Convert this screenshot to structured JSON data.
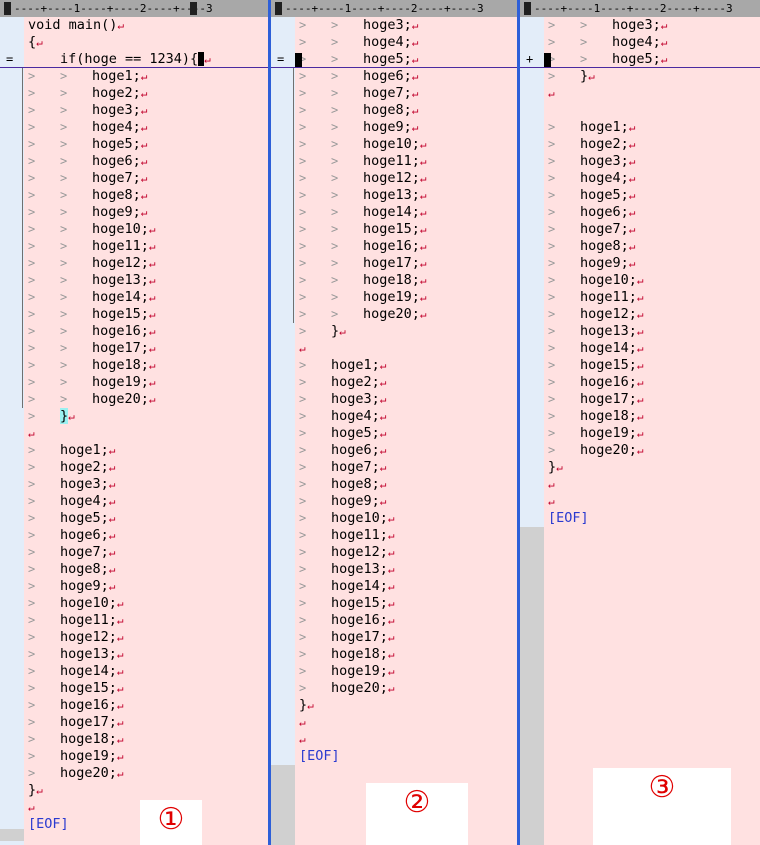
{
  "ruler": {
    "text": "----+----1----+----2----+----3"
  },
  "glyphs": {
    "return": "↵",
    "guide": ">"
  },
  "markers": {
    "fold_open": "=",
    "fold_plus": "+"
  },
  "eof": "[EOF]",
  "labels": [
    "①",
    "②",
    "③"
  ],
  "code": {
    "header": [
      "void main()",
      "{",
      "if(hoge == 1234){"
    ],
    "close_brace": "}",
    "items": [
      "hoge1;",
      "hoge2;",
      "hoge3;",
      "hoge4;",
      "hoge5;",
      "hoge6;",
      "hoge7;",
      "hoge8;",
      "hoge9;",
      "hoge10;",
      "hoge11;",
      "hoge12;",
      "hoge13;",
      "hoge14;",
      "hoge15;",
      "hoge16;",
      "hoge17;",
      "hoge18;",
      "hoge19;",
      "hoge20;"
    ]
  }
}
